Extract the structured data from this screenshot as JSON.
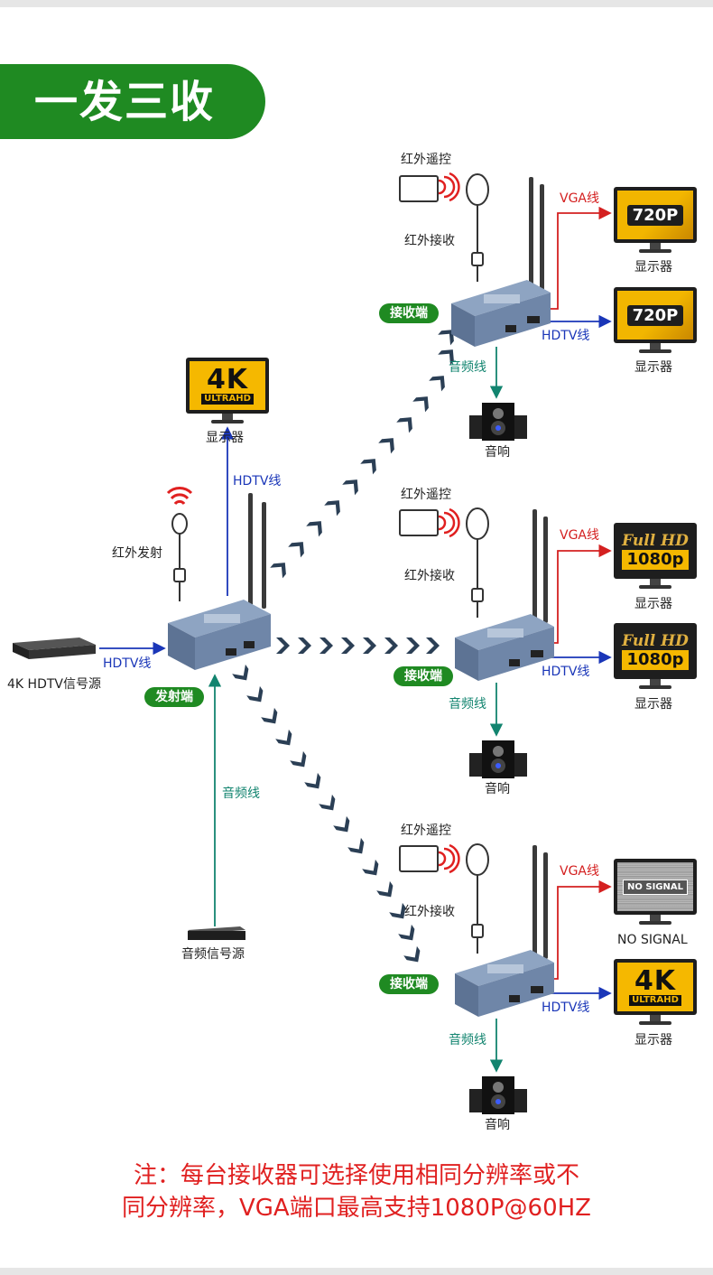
{
  "title": "一发三收",
  "transmitter": {
    "badge": "发射端",
    "ir_label": "红外发射",
    "top_display": {
      "screen_main": "4K",
      "screen_sub": "ULTRAHD",
      "label": "显示器"
    },
    "top_cable": "HDTV线",
    "source_label": "4K HDTV信号源",
    "source_cable": "HDTV线",
    "audio_cable": "音频线",
    "audio_source_label": "音频信号源"
  },
  "receivers": [
    {
      "badge": "接收端",
      "ir_remote_label": "红外遥控",
      "ir_receiver_label": "红外接收",
      "vga_cable": "VGA线",
      "hdtv_cable": "HDTV线",
      "audio_cable": "音频线",
      "speaker_label": "音响",
      "vga_display": {
        "screen": "720P",
        "label": "显示器"
      },
      "hdtv_display": {
        "screen": "720P",
        "label": "显示器"
      }
    },
    {
      "badge": "接收端",
      "ir_remote_label": "红外遥控",
      "ir_receiver_label": "红外接收",
      "vga_cable": "VGA线",
      "hdtv_cable": "HDTV线",
      "audio_cable": "音频线",
      "speaker_label": "音响",
      "vga_display": {
        "screen_top": "Full HD",
        "screen_bottom": "1080p",
        "label": "显示器"
      },
      "hdtv_display": {
        "screen_top": "Full HD",
        "screen_bottom": "1080p",
        "label": "显示器"
      }
    },
    {
      "badge": "接收端",
      "ir_remote_label": "红外遥控",
      "ir_receiver_label": "红外接收",
      "vga_cable": "VGA线",
      "hdtv_cable": "HDTV线",
      "audio_cable": "音频线",
      "speaker_label": "音响",
      "vga_display": {
        "screen": "NO SIGNAL",
        "label": "NO SIGNAL"
      },
      "hdtv_display": {
        "screen_main": "4K",
        "screen_sub": "ULTRAHD",
        "label": "显示器"
      }
    }
  ],
  "note": {
    "line1": "注：每台接收器可选择使用相同分辨率或不",
    "line2": "同分辨率，VGA端口最高支持1080P@60HZ"
  },
  "colors": {
    "banner": "#1f8a22",
    "hdtv": "#1a36b8",
    "vga": "#d42020",
    "audio": "#12846f",
    "note": "#e02020",
    "chevron": "#2b3f55"
  }
}
